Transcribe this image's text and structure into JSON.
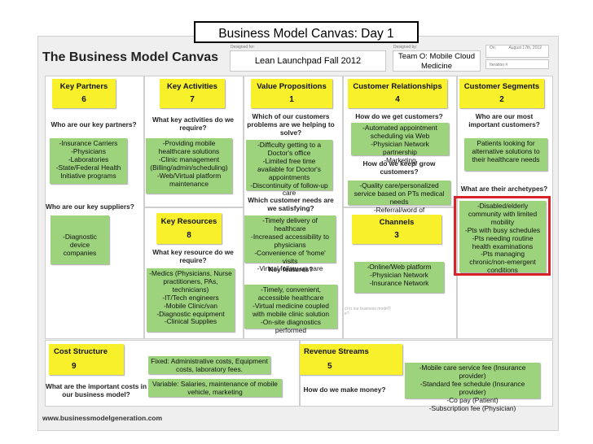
{
  "slide_title": "Business Model Canvas: Day 1",
  "canvas_title": "The Business Model Canvas",
  "designed_for_label": "Designed for:",
  "designed_for": "Lean Launchpad Fall 2012",
  "designed_by_label": "Designed by:",
  "designed_by": "Team O: Mobile Cloud Medicine",
  "on_label": "On:",
  "on_date": "August 17th, 2012",
  "iteration_label": "Iteration #",
  "footer_url": "www.businessmodelgeneration.com",
  "faint_overlay": "ct in our business model?",
  "faint_overlay2": "e?",
  "key_partners": {
    "title": "Key Partners",
    "number": "6",
    "question1": "Who are our key partners?",
    "note1": "-Insurance Carriers\n-Physicians\n-Laboratories\n-State/Federal Health Initiative programs",
    "question2": "Who are our key suppliers?",
    "note2": "-Diagnostic device companies"
  },
  "key_activities": {
    "title": "Key Activities",
    "number": "7",
    "question": "What key activities do we require?",
    "note": "-Providing mobile healthcare solutions\n-Clinic management (Billing/admin/scheduling)\n-Web/Virtual platform maintenance"
  },
  "key_resources": {
    "title": "Key Resources",
    "number": "8",
    "question": "What key resource do we require?",
    "note": "-Medics (Physicians, Nurse practitioners, PAs, technicians)\n-IT/Tech engineers\n-Mobile Clinic/van\n-Diagnostic equipment\n-Clinical Supplies"
  },
  "value_propositions": {
    "title": "Value Propositions",
    "number": "1",
    "question1": "Which of our customers problems are we helping to solve?",
    "note1": "-Difficulty getting to a Doctor's office\n-Limited free time available for Doctor's appointments\n-Discontinuity of follow-up care",
    "question2": "Which customer needs are we satisfying?",
    "note2": "-Timely delivery of healthcare\n-Increased accessibility to physicians\n-Convenience of 'home' visits\n-Virtual follow-up care",
    "question3": "Key features?",
    "note3": "-Timely, convenient, accessible healthcare\n-Virtual medicine coupled with mobile clinic solution\n-On-site diagnostics performed"
  },
  "customer_relationships": {
    "title": "Customer Relationships",
    "number": "4",
    "question1": "How do we get customers?",
    "note1": "-Automated appointment scheduling via Web\n-Physician Network partnership\n-Marketing",
    "question2": "How do we keep/ grow customers?",
    "note2": "-Quality care/personalized service based on PTs medical needs\n-Referral/word of mouth/marketing"
  },
  "channels": {
    "title": "Channels",
    "number": "3",
    "note": "-Online/Web platform\n-Physician Network\n-Insurance Network"
  },
  "customer_segments": {
    "title": "Customer Segments",
    "number": "2",
    "question1": "Who are our most important customers?",
    "note1": "Patients looking for alternative solutions to their healthcare needs",
    "question2": "What are their archetypes?",
    "note2": "-Disabled/elderly community with limited mobility\n-Pts with busy schedules\n-Pts needing routine health examinations\n-Pts managing chronic/non-emergent conditions",
    "highlight_color": "#d9232a"
  },
  "cost_structure": {
    "title": "Cost Structure",
    "number": "9",
    "question": "What are the important costs in our business model?",
    "note1": "Fixed: Administrative costs, Equipment costs, laboratory fees.",
    "note2": "Variable: Salaries, maintenance of mobile vehicle, marketing"
  },
  "revenue_streams": {
    "title": "Revenue Streams",
    "number": "5",
    "question": "How do we make money?",
    "note": "-Mobile care service fee (Insurance provider)\n-Standard fee schedule (Insurance provider)\n-Co pay (Patient)\n-Subscription fee (Physician)"
  },
  "colors": {
    "sticky_yellow": "#f7f02a",
    "sticky_green": "#9ed37e",
    "highlight_red": "#d9232a"
  }
}
